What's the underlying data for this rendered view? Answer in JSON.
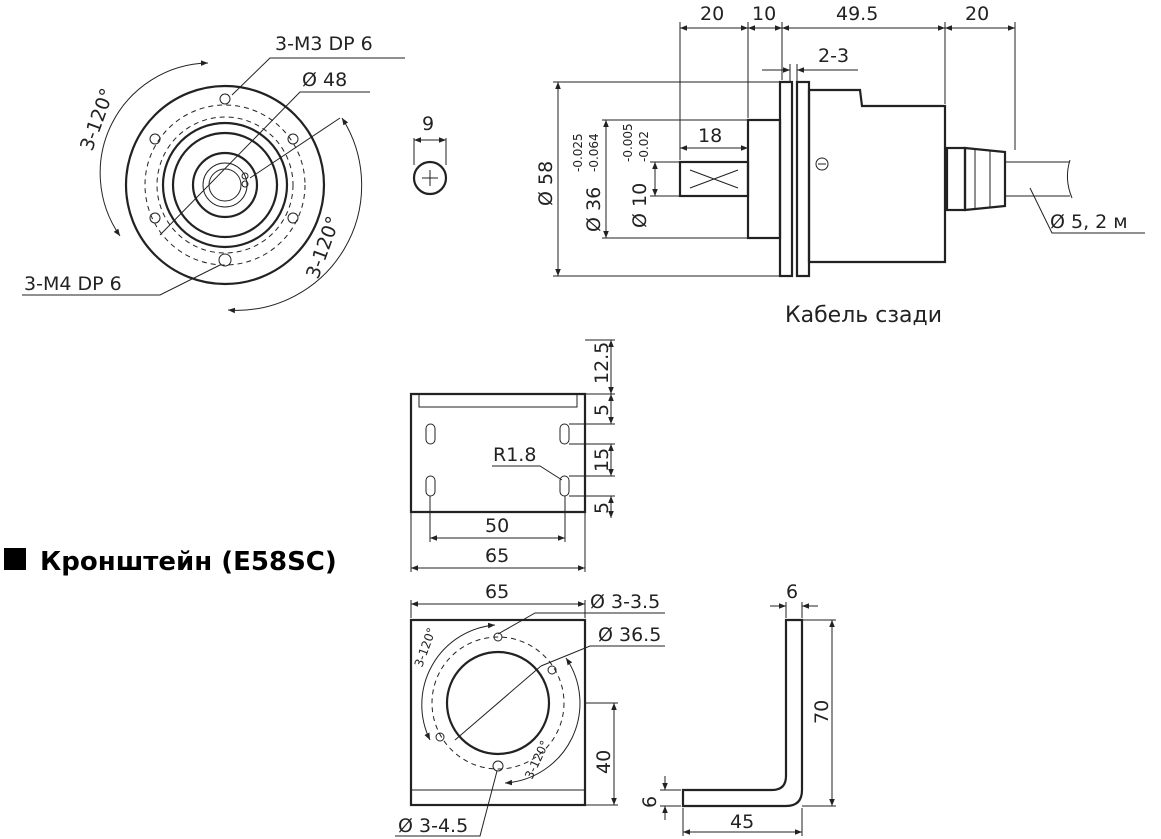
{
  "front_view": {
    "label_m3": "3-M3 DP 6",
    "label_d48": "Ø 48",
    "label_angle_top": "3-120°",
    "label_angle_bottom": "3-120°",
    "label_m4": "3-M4 DP 6"
  },
  "shaft_end": {
    "label_9": "9"
  },
  "side_view": {
    "dim_20_left": "20",
    "dim_10": "10",
    "dim_49_5": "49.5",
    "dim_20_right": "20",
    "dim_2_3": "2-3",
    "dim_18": "18",
    "dim_d58": "Ø 58",
    "dim_d36": "Ø 36",
    "tol_d36_upper": "-0.025",
    "tol_d36_lower": "-0.064",
    "dim_d10": "Ø 10",
    "tol_d10_upper": "-0.005",
    "tol_d10_lower": "-0.02",
    "dim_cable": "Ø 5, 2 м",
    "caption": "Кабель сзади"
  },
  "bracket_title": "Кронштейн (E58SC)",
  "bracket_top": {
    "dim_12_5": "12.5",
    "dim_5_a": "5",
    "dim_15": "15",
    "dim_5_b": "5",
    "dim_r1_8": "R1.8",
    "dim_50": "50",
    "dim_65": "65"
  },
  "bracket_front": {
    "dim_65": "65",
    "dim_d3_3_5": "Ø 3-3.5",
    "dim_d36_5": "Ø 36.5",
    "label_angle_left": "3-120°",
    "label_angle_right": "3-120°",
    "dim_40": "40",
    "dim_d3_4_5": "Ø 3-4.5"
  },
  "bracket_side": {
    "dim_6_top": "6",
    "dim_70": "70",
    "dim_6_left": "6",
    "dim_45": "45"
  }
}
